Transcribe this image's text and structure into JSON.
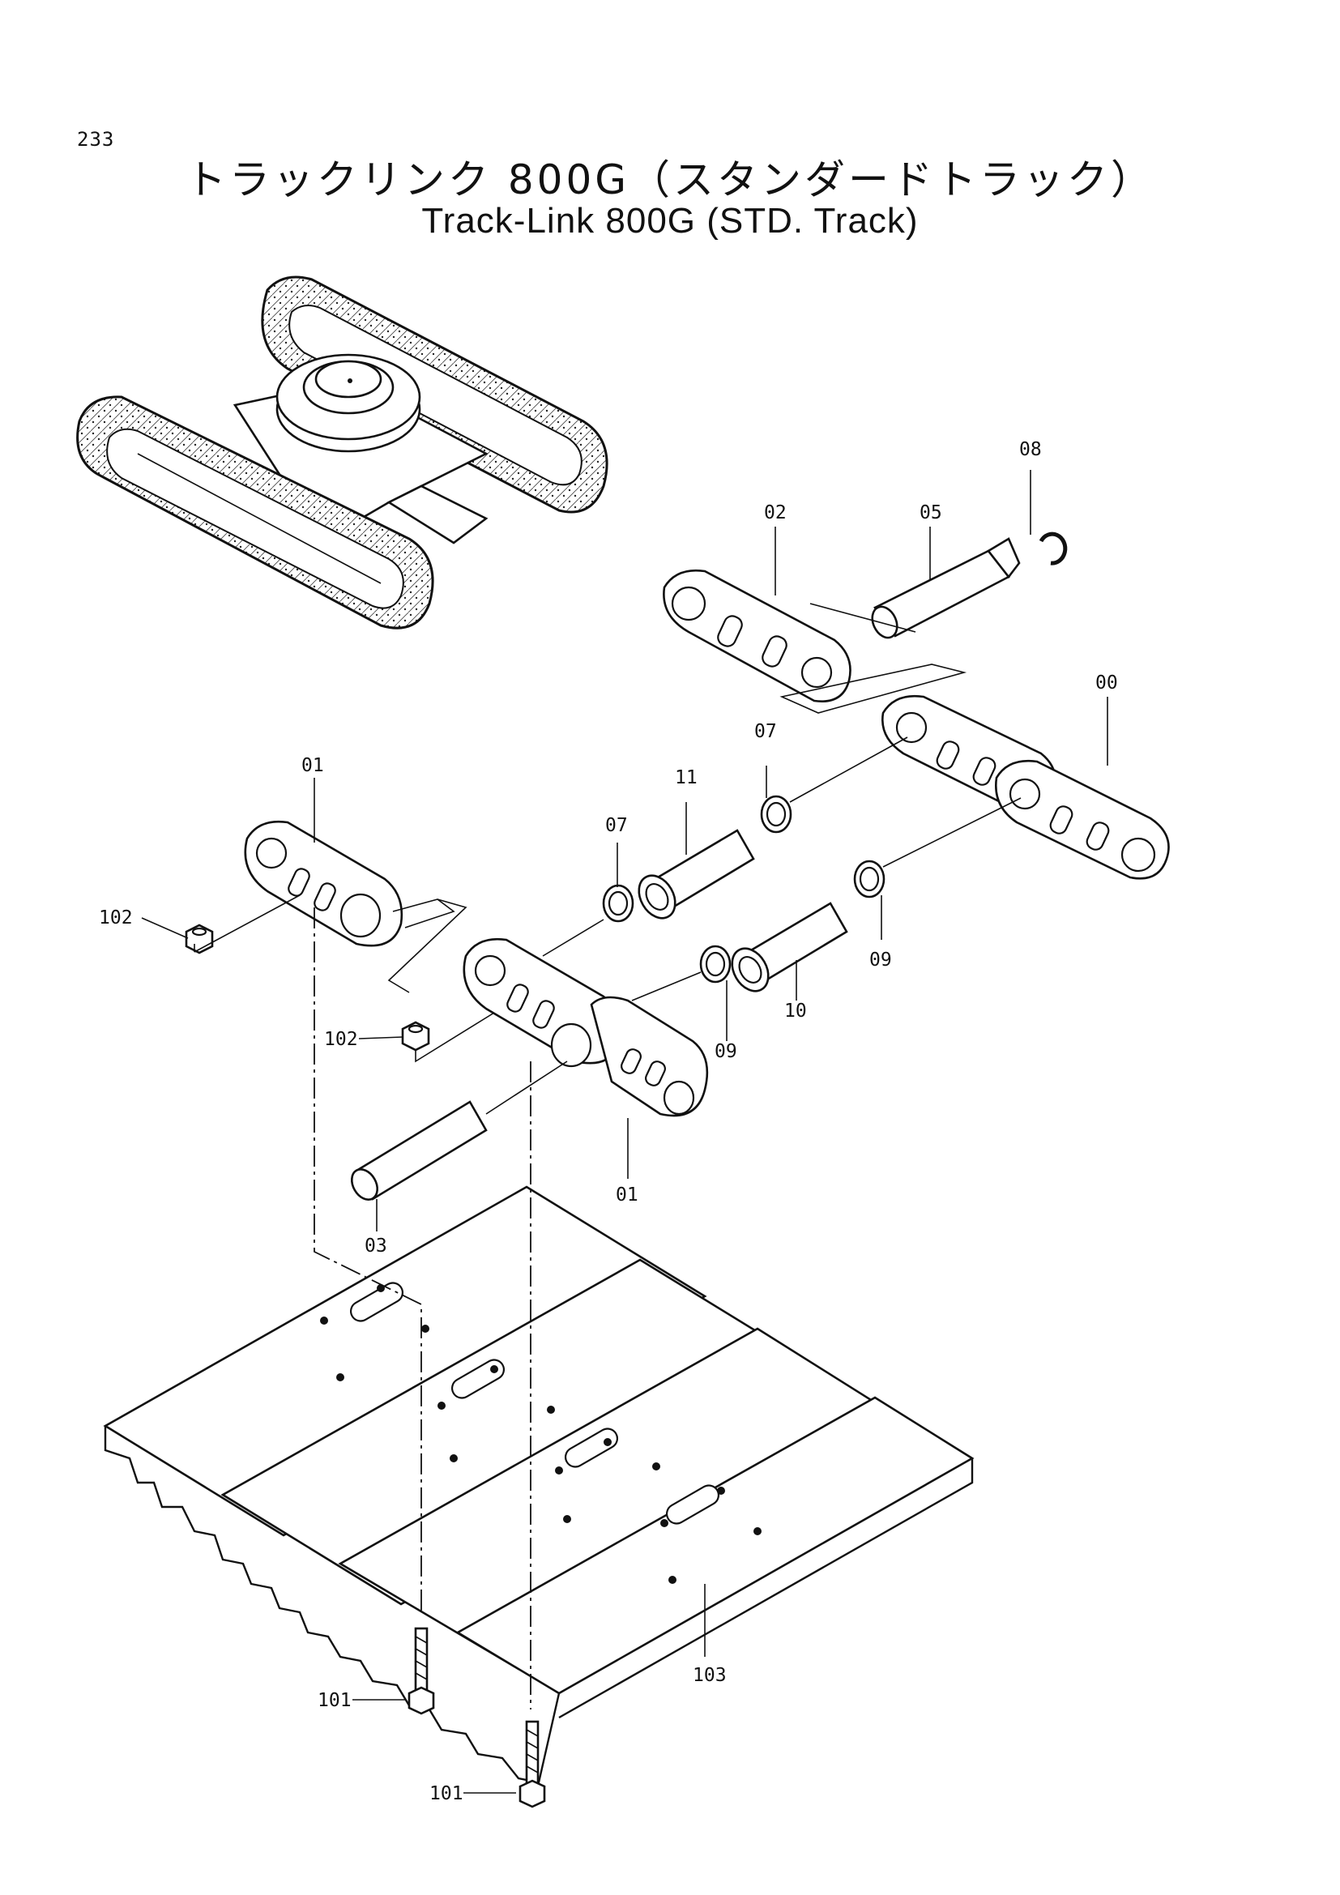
{
  "page_number": "233",
  "title_jp": "トラックリンク 800G（スタンダードトラック）",
  "title_en": "Track-Link 800G (STD. Track)",
  "callouts": {
    "c08": "08",
    "c02": "02",
    "c05": "05",
    "c00": "00",
    "c01_top": "01",
    "c07_right": "07",
    "c11": "11",
    "c07_left": "07",
    "c102_top": "102",
    "c09_right": "09",
    "c10": "10",
    "c102_mid": "102",
    "c09_left": "09",
    "c01_bottom": "01",
    "c03": "03",
    "c103": "103",
    "c101_top": "101",
    "c101_bottom": "101"
  }
}
